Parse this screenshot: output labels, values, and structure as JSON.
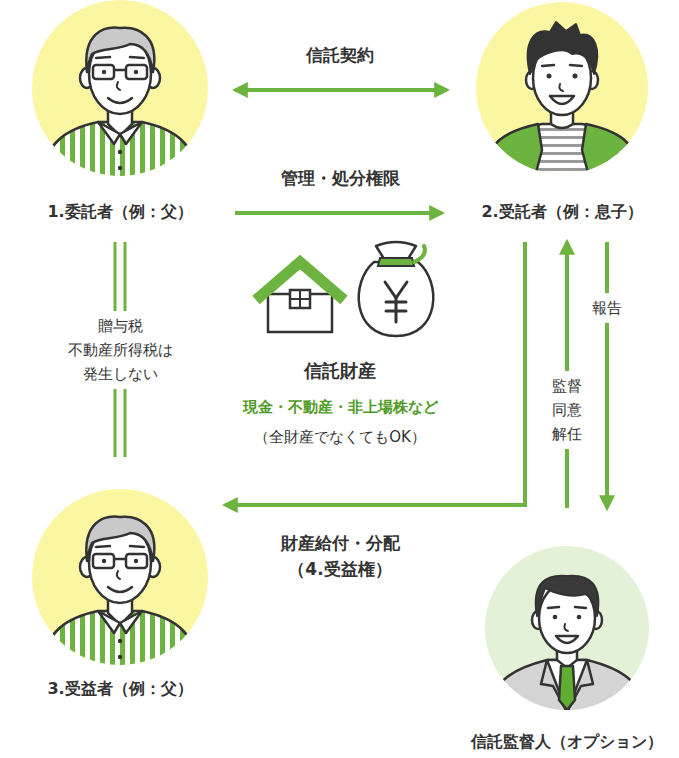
{
  "diagram": {
    "nodes": [
      {
        "text": [
          "1.委託者（例：父）"
        ]
      },
      {
        "text": [
          "2.受託者（例：息子）"
        ]
      },
      {
        "text": [
          "信託財産",
          "現金・不動産・非上場株など",
          "（全財産でなくてもOK）"
        ]
      },
      {
        "text": [
          "3.受益者（例：父）"
        ]
      },
      {
        "text": [
          "信託監督人（オプション）"
        ]
      }
    ],
    "edges": [
      {
        "from": 0,
        "to": 1,
        "arrow": "both",
        "label": "信託契約"
      },
      {
        "from": 0,
        "to": 1,
        "arrow": "to",
        "label": "管理・処分権限"
      },
      {
        "from": 0,
        "to": 3,
        "arrow": "none",
        "label": "贈与税 不動産所得税は 発生しない"
      },
      {
        "from": 1,
        "to": 3,
        "arrow": "to",
        "label": "財産給付・分配 （4.受益権）"
      },
      {
        "from": 1,
        "to": 4,
        "arrow": "to",
        "label": "報告"
      },
      {
        "from": 4,
        "to": 1,
        "arrow": "to",
        "label": "監督 同意 解任"
      }
    ]
  }
}
